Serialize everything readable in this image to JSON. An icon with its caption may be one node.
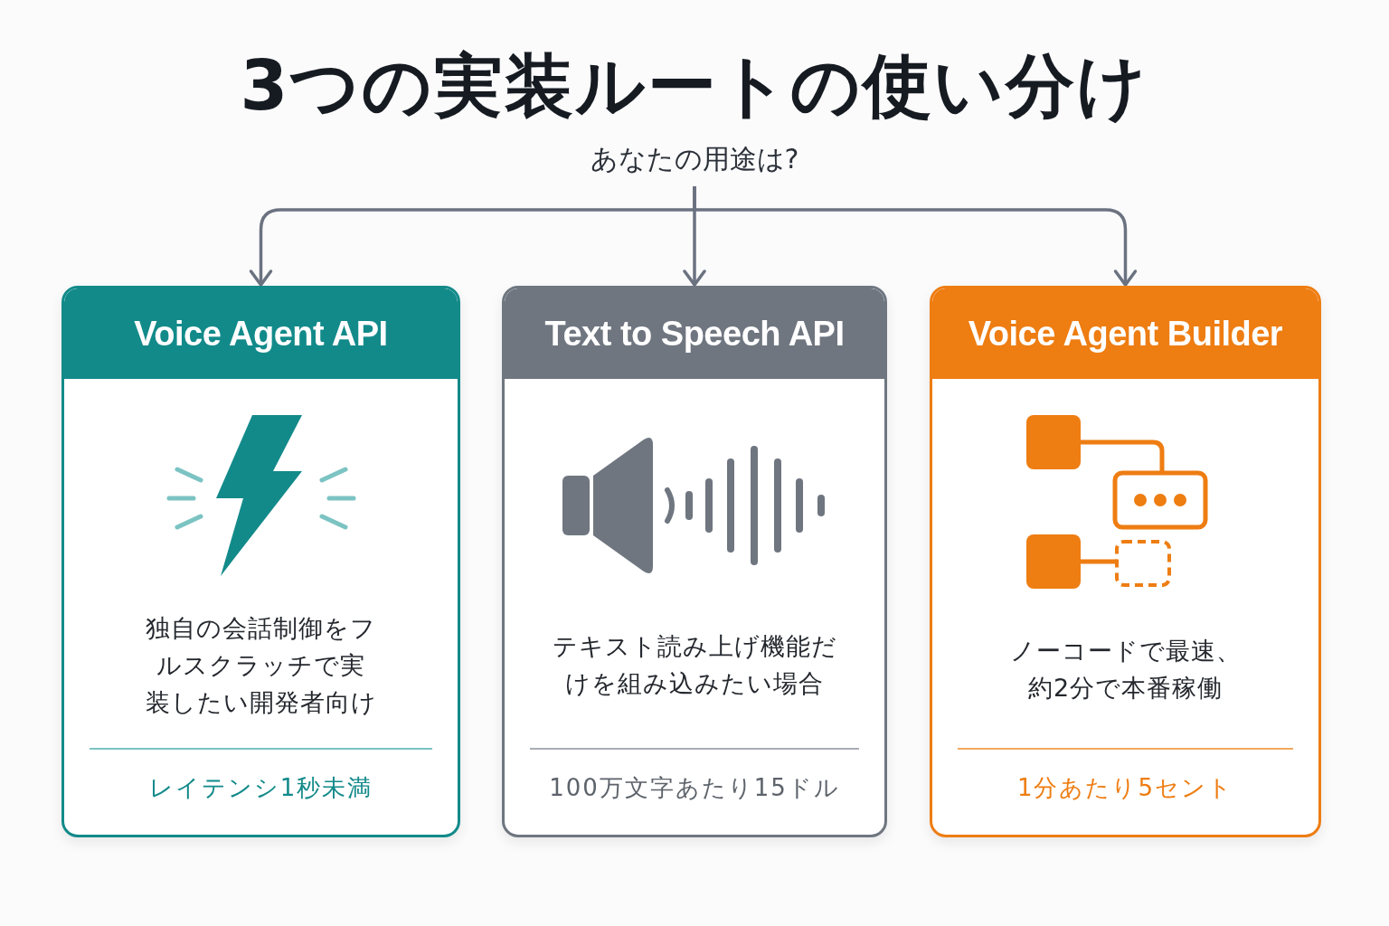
{
  "diagram": {
    "title": "3つの実装ルートの使い分け",
    "nodes": [
      {
        "text": [
          "あなたの用途は?"
        ]
      },
      {
        "text": [
          "Voice Agent API",
          "独自の会話制御をフルスクラッチで実装したい開発者向け",
          "レイテンシ1秒未満"
        ]
      },
      {
        "text": [
          "Text to Speech API",
          "テキスト読み上げ機能だけを組み込みたい場合",
          "100万文字あたり15ドル"
        ]
      },
      {
        "text": [
          "Voice Agent Builder",
          "ノーコードで最速、約2分で本番稼働",
          "1分あたり5セント"
        ]
      }
    ],
    "edges": [
      {
        "from": 0,
        "to": 1,
        "arrow": "to"
      },
      {
        "from": 0,
        "to": 2,
        "arrow": "to"
      },
      {
        "from": 0,
        "to": 3,
        "arrow": "to"
      }
    ]
  }
}
